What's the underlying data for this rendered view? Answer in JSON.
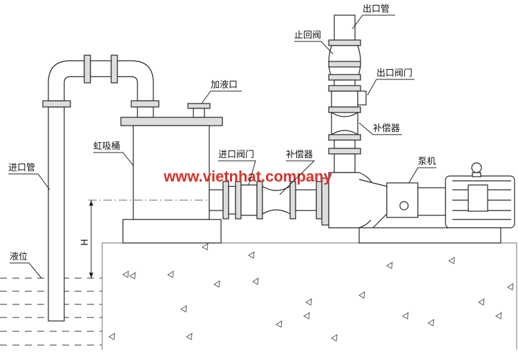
{
  "labels": {
    "outlet_pipe": "出口管",
    "check_valve": "止回阀",
    "outlet_valve": "出口阀门",
    "compensator_top": "补偿器",
    "filling_port": "加液口",
    "siphon_tank": "虹吸桶",
    "inlet_valve": "进口阀门",
    "compensator_bottom": "补偿器",
    "pump": "泵机",
    "inlet_pipe": "进口管",
    "liquid_level": "液位",
    "height": "H"
  },
  "watermark": "www.vietnhat.company",
  "colors": {
    "watermark": "#d8322a",
    "line": "#222222"
  }
}
